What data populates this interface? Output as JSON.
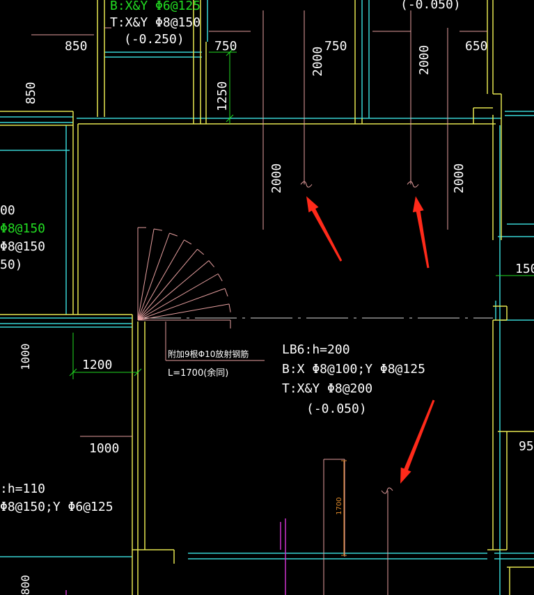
{
  "colors": {
    "background": "#000000",
    "wall_yellow": "#e6e650",
    "wall_cyan": "#39d6d6",
    "rebar_line": "#e8a0a0",
    "dim_green": "#22dd22",
    "arrow_red": "#ff2a1a",
    "magenta": "#cc33cc",
    "orange": "#e08a2a",
    "text": "#ffffff"
  },
  "top_left_slab": {
    "line1": "B:X&Y Φ6@125",
    "line2": "T:X&Y Φ8@150",
    "line3": "(-0.250)"
  },
  "top_right_partial": "(-0.050)",
  "left_slab_partial": {
    "line1": "00",
    "line2": "Φ8@150",
    "line3": "Φ8@150",
    "line4": "50)"
  },
  "bottom_left_slab": {
    "line1": ":h=110",
    "line2": "Φ8@150;Y Φ6@125"
  },
  "dimensions": {
    "d850_top": "850",
    "d750_a": "750",
    "d750_b": "750",
    "d650": "650",
    "d850_vert": "850",
    "d1250": "1250",
    "d2000_a": "2000",
    "d2000_b": "2000",
    "d2000_c": "2000",
    "d2000_d": "2000",
    "d150": "150",
    "d1000_vert": "1000",
    "d1200": "1200",
    "d1000_horiz": "1000",
    "d95": "95",
    "d800": "800",
    "d1700": "1700"
  },
  "radial_note": {
    "line1": "附加9根Φ10放射钢筋",
    "line2": "L=1700(余同)"
  },
  "main_slab": {
    "line1": "LB6:h=200",
    "line2": "B:X Φ8@100;Y Φ8@125",
    "line3": "T:X&Y Φ8@200",
    "line4": "(-0.050)"
  }
}
